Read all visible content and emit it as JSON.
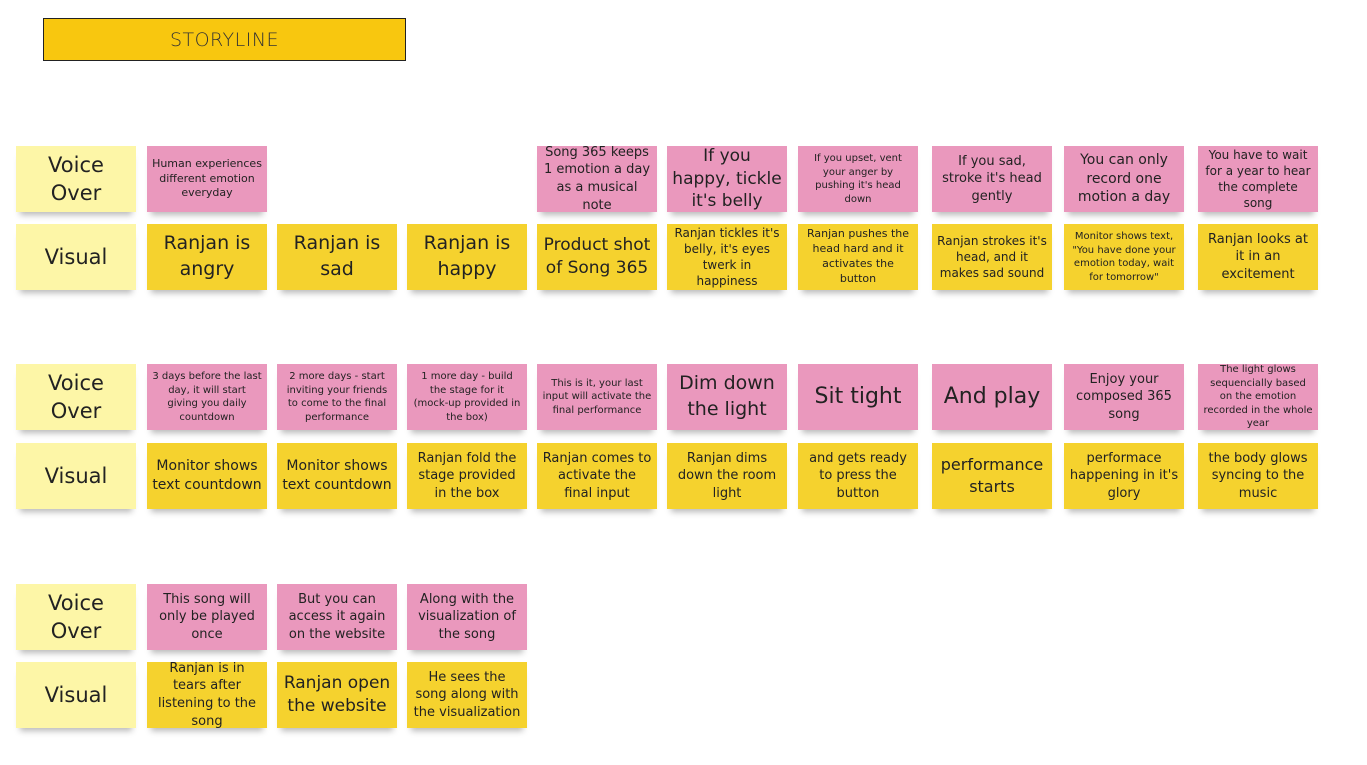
{
  "board": {
    "title": "STORYLINE"
  },
  "colors": {
    "voice_over": "#ea98bd",
    "visual": "#f5d22e",
    "label": "#fdf6a7",
    "title": "#f8c70f"
  },
  "rows": [
    {
      "label": "Voice Over",
      "type": "voice_over",
      "notes": [
        "Human experiences different emotion everyday",
        null,
        null,
        "Song 365 keeps 1 emotion a day as a musical note",
        "If you happy, tickle it's belly",
        "If you upset, vent your anger by pushing it's head down",
        "If you sad, stroke it's head gently",
        "You can only record one motion a day",
        "You have to wait for a year to hear the complete song"
      ]
    },
    {
      "label": "Visual",
      "type": "visual",
      "notes": [
        "Ranjan is angry",
        "Ranjan is sad",
        "Ranjan is happy",
        "Product shot of Song 365",
        "Ranjan tickles it's belly, it's eyes twerk in happiness",
        "Ranjan pushes the head hard and it activates the button",
        "Ranjan strokes it's head, and it makes sad sound",
        "Monitor shows text, \"You have done your emotion today, wait for tomorrow\"",
        "Ranjan looks at it in an excitement"
      ]
    },
    {
      "label": "Voice Over",
      "type": "voice_over",
      "notes": [
        "3 days before the last day, it will start giving you daily countdown",
        "2 more days - start inviting your friends to come to the final performance",
        "1 more day - build the stage for it (mock-up provided in the box)",
        "This is it, your last input will activate the final performance",
        "Dim down the light",
        "Sit tight",
        "And play",
        "Enjoy your composed 365 song",
        "The light glows sequencially based on the emotion recorded in the whole year"
      ]
    },
    {
      "label": "Visual",
      "type": "visual",
      "notes": [
        "Monitor shows text countdown",
        "Monitor shows text countdown",
        "Ranjan fold the stage provided in the box",
        "Ranjan comes to activate the final input",
        "Ranjan dims down the room light",
        "and gets ready to press the button",
        "performance starts",
        "performace happening in it's glory",
        "the body glows syncing to the music"
      ]
    },
    {
      "label": "Voice Over",
      "type": "voice_over",
      "notes": [
        "This song will only be played once",
        "But you can access it again on the website",
        "Along with the visualization of the song"
      ]
    },
    {
      "label": "Visual",
      "type": "visual",
      "notes": [
        "Ranjan is in tears after listening to the song",
        "Ranjan open the website",
        "He sees the song along with the visualization"
      ]
    }
  ]
}
